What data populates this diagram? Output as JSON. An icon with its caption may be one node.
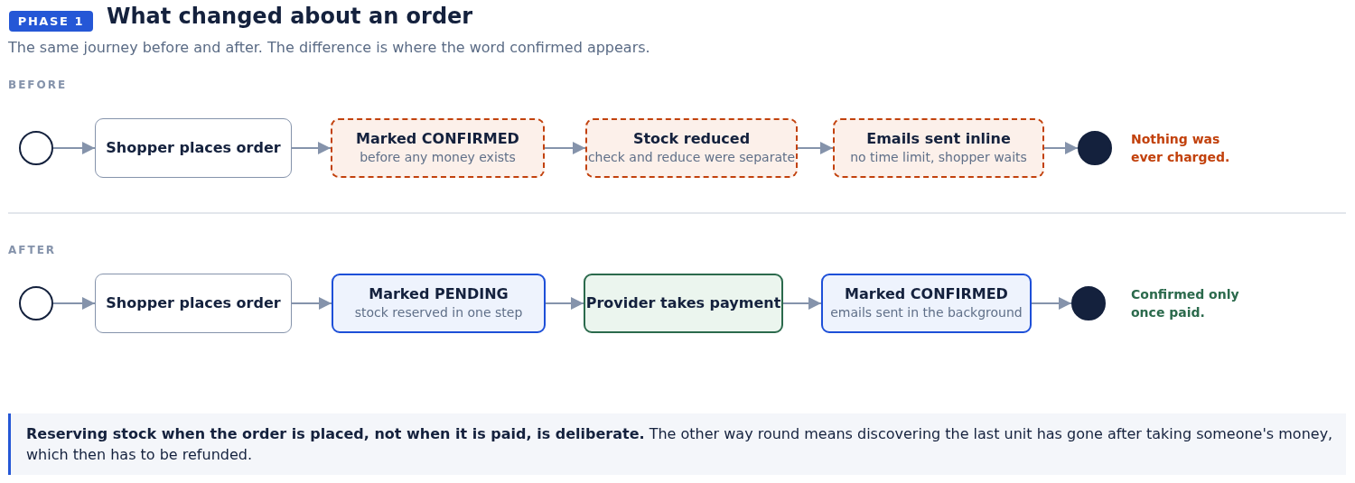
{
  "diagram": {
    "title": "What changed about an order",
    "nodes": [
      {
        "text": [],
        "shape": "circle"
      },
      {
        "text": [
          "Shopper places order"
        ]
      },
      {
        "text": [
          "Marked CONFIRMED",
          "before any money exists"
        ]
      },
      {
        "text": [
          "Stock reduced",
          "check and reduce were separate"
        ]
      },
      {
        "text": [
          "Emails sent inline",
          "no time limit, shopper waits"
        ]
      },
      {
        "text": [],
        "shape": "circle",
        "beside": [
          "Nothing was ever charged."
        ]
      },
      {
        "text": [],
        "shape": "circle"
      },
      {
        "text": [
          "Shopper places order"
        ]
      },
      {
        "text": [
          "Marked PENDING",
          "stock reserved in one step"
        ]
      },
      {
        "text": [
          "Provider takes payment"
        ]
      },
      {
        "text": [
          "Marked CONFIRMED",
          "emails sent in the background"
        ]
      },
      {
        "text": [],
        "shape": "circle",
        "beside": [
          "Confirmed only once paid."
        ]
      }
    ],
    "edges": [
      {
        "from": 0,
        "to": 1,
        "arrow": "to"
      },
      {
        "from": 1,
        "to": 2,
        "arrow": "to"
      },
      {
        "from": 2,
        "to": 3,
        "arrow": "to"
      },
      {
        "from": 3,
        "to": 4,
        "arrow": "to"
      },
      {
        "from": 4,
        "to": 5,
        "arrow": "to"
      },
      {
        "from": 6,
        "to": 7,
        "arrow": "to"
      },
      {
        "from": 7,
        "to": 8,
        "arrow": "to"
      },
      {
        "from": 8,
        "to": 9,
        "arrow": "to"
      },
      {
        "from": 9,
        "to": 10,
        "arrow": "to"
      },
      {
        "from": 10,
        "to": 11,
        "arrow": "to"
      }
    ],
    "labels": [
      "PHASE 1",
      "The same journey before and after. The difference is where the word confirmed appears.",
      "BEFORE",
      "AFTER",
      "**Reserving stock when the order is placed, not when it is paid, is deliberate.** The other way round means discovering the last unit has gone after taking someone's money, which then has to be refunded."
    ]
  }
}
